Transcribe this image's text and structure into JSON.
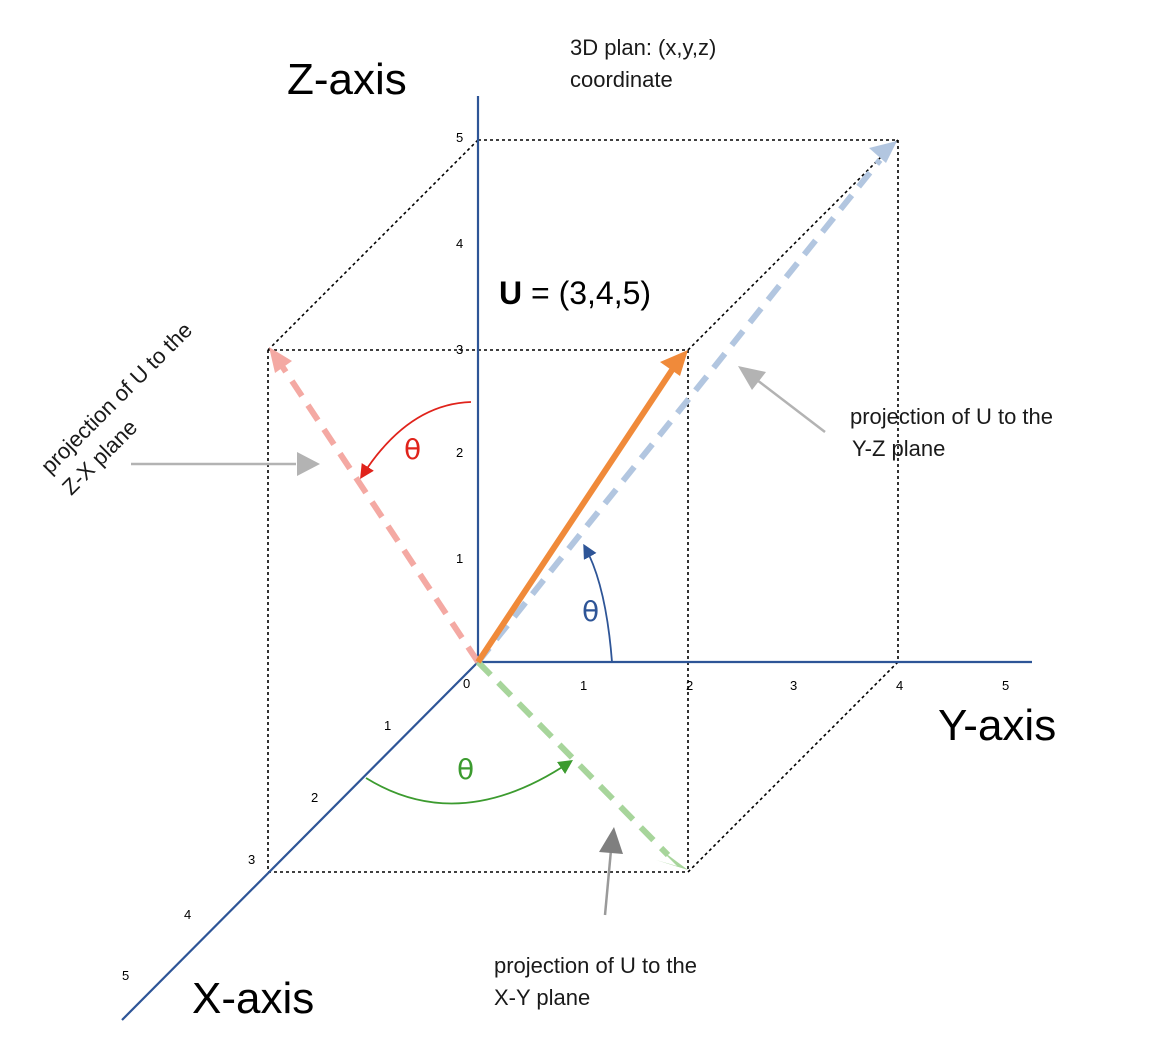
{
  "title": {
    "line1": "3D plan: (x,y,z)",
    "line2": "coordinate"
  },
  "axes": {
    "z_label": "Z-axis",
    "y_label": "Y-axis",
    "x_label": "X-axis",
    "origin_tick": "0",
    "z_ticks": [
      "1",
      "2",
      "3",
      "4",
      "5"
    ],
    "y_ticks": [
      "1",
      "2",
      "3",
      "4",
      "5"
    ],
    "x_ticks": [
      "1",
      "2",
      "3",
      "4",
      "5"
    ],
    "color": "#2e5597"
  },
  "vector": {
    "name": "U",
    "value": " = (3,4,5)",
    "color": "#f08a3a"
  },
  "projections": {
    "zx": {
      "line1": "projection of U to the",
      "line2": "Z-X plane",
      "color": "#f4a9a3",
      "angle_color": "#e0231b",
      "angle_symbol": "θ"
    },
    "yz": {
      "line1": "projection of U to the",
      "line2": "Y-Z plane",
      "color": "#b2c6e0",
      "angle_color": "#2e5597",
      "angle_symbol": "θ"
    },
    "xy": {
      "line1": "projection of U to the",
      "line2": "X-Y plane",
      "color": "#a7d59b",
      "angle_color": "#3c9b2f",
      "angle_symbol": "θ"
    }
  },
  "pointer_arrow_color": "#b3b3b3"
}
